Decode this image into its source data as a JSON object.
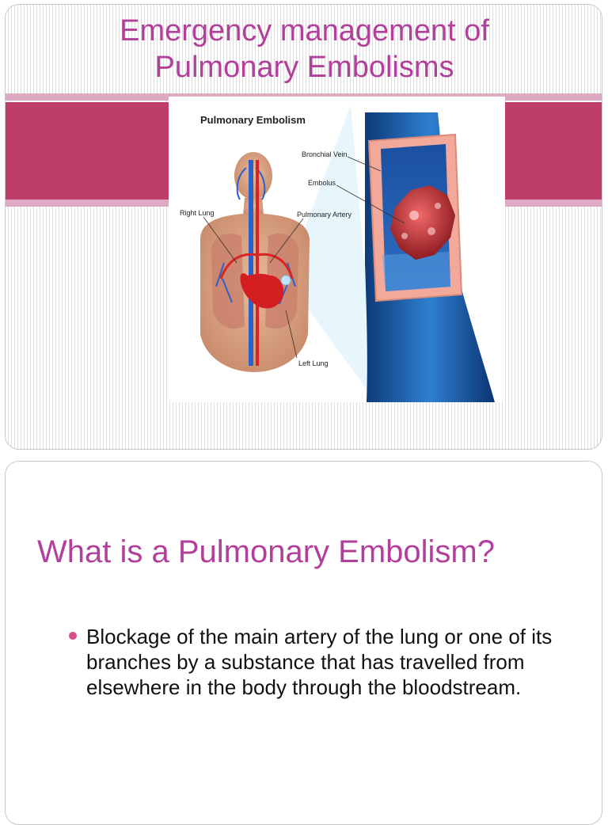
{
  "slide1": {
    "title_line1": "Emergency management of",
    "title_line2": "Pulmonary Embolisms",
    "colors": {
      "title": "#b2409b",
      "band": "#bf3d6b",
      "band_light": "#dea9c2"
    },
    "figure": {
      "title": "Pulmonary Embolism",
      "labels": {
        "bronchial_vein": "Bronchial Vein",
        "embolus": "Embolus",
        "right_lung": "Right Lung",
        "pulmonary_artery": "Pulmonary Artery",
        "left_lung": "Left Lung"
      }
    }
  },
  "slide2": {
    "title": "What is a Pulmonary Embolism?",
    "bullets": [
      "Blockage of the main artery of the lung or one of its branches by a substance that has travelled from elsewhere in the body through the bloodstream."
    ],
    "colors": {
      "title": "#b2409b",
      "bullet": "#d84f8a"
    }
  }
}
